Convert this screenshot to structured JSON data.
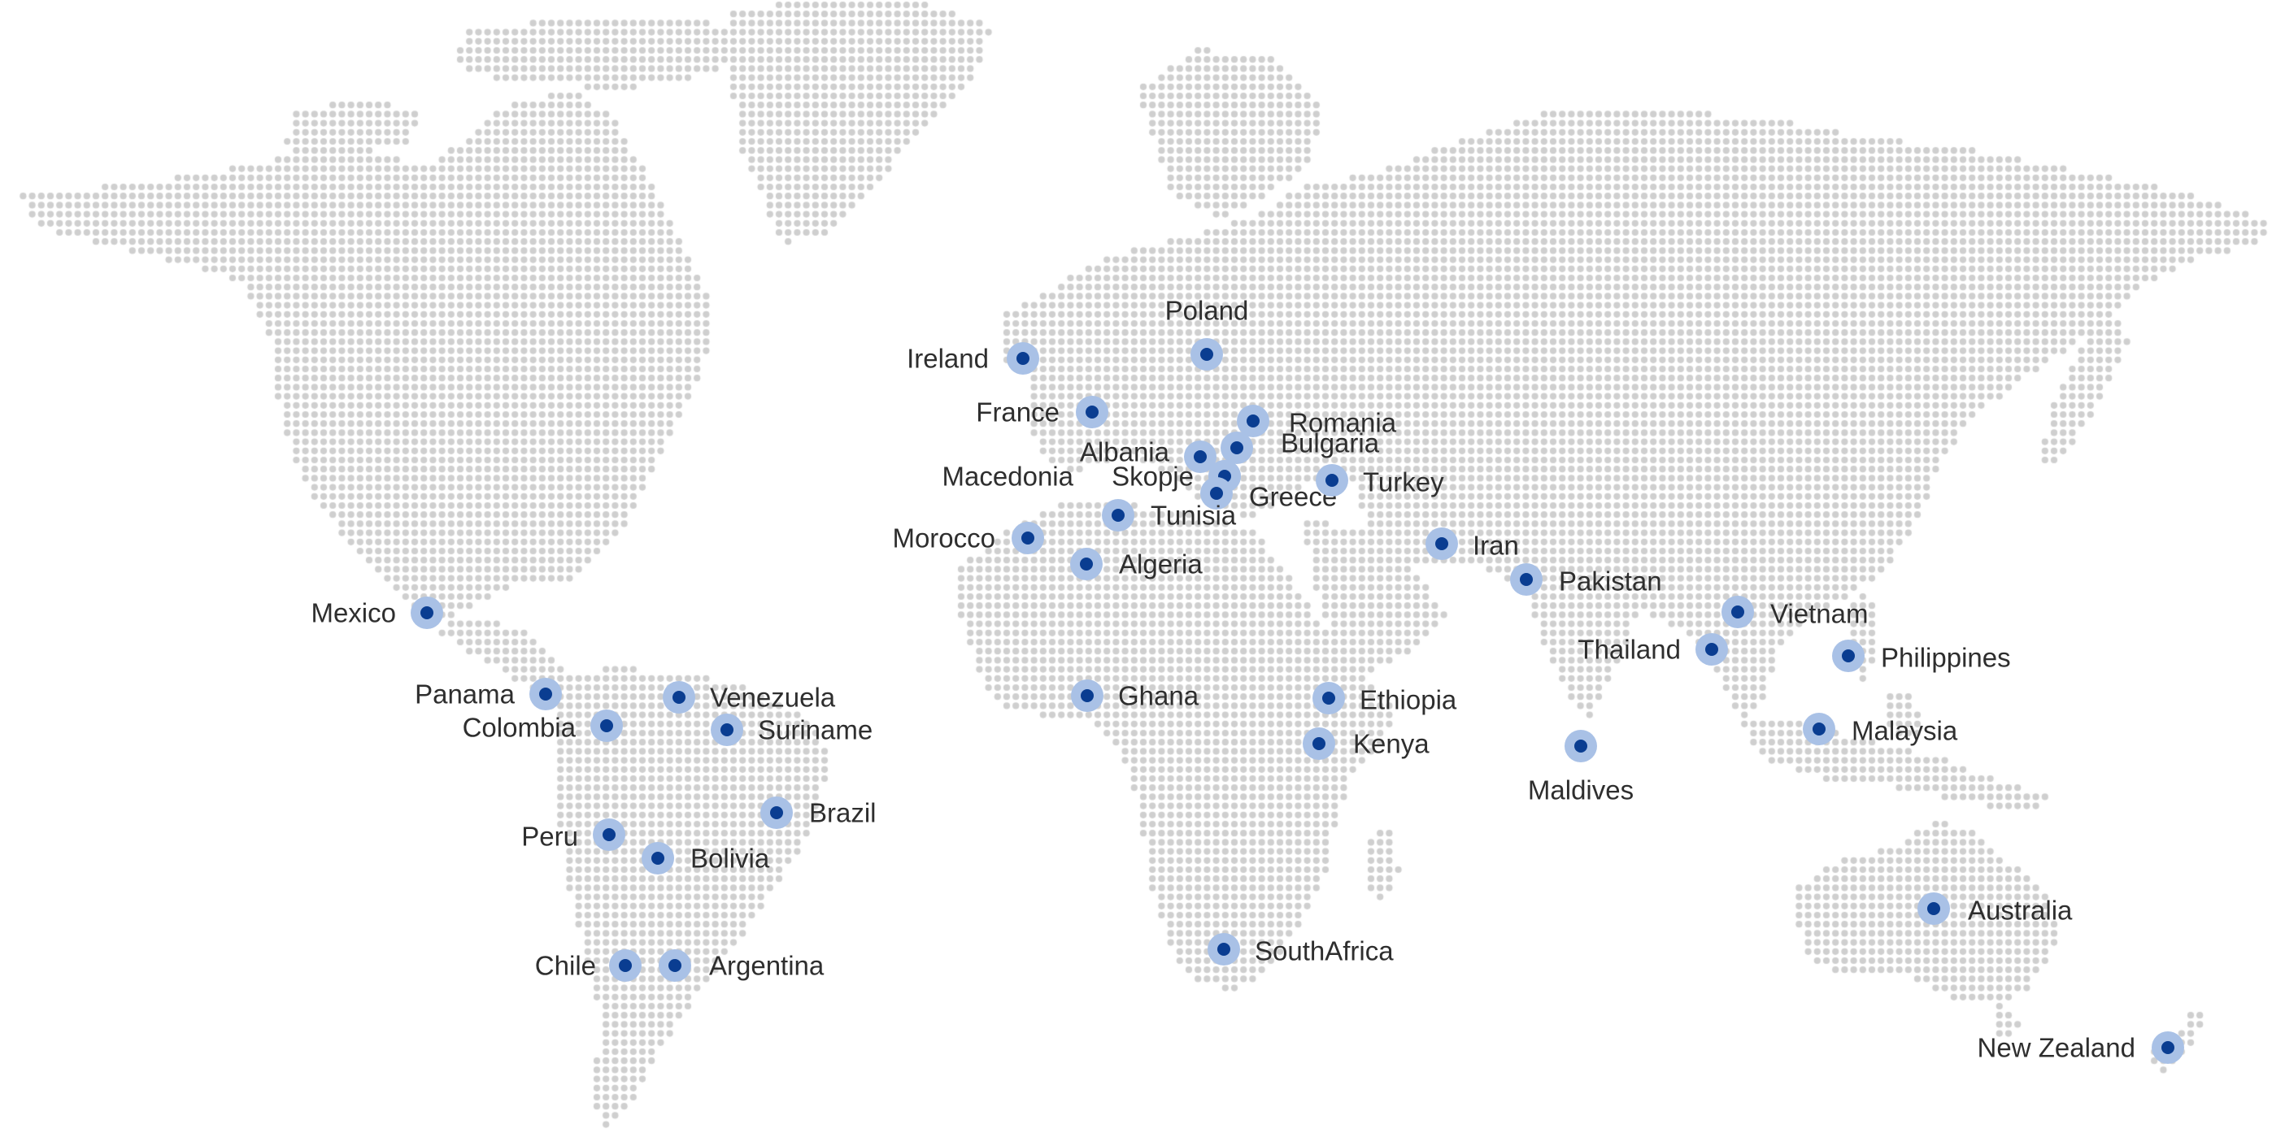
{
  "map": {
    "colors": {
      "land_dot": "#cfcfcf",
      "marker_halo": "#a9c1e6",
      "marker_core": "#0a3d91",
      "label": "#2e2e2e"
    },
    "locations": [
      {
        "name": "Poland"
      },
      {
        "name": "Ireland"
      },
      {
        "name": "France"
      },
      {
        "name": "Romania"
      },
      {
        "name": "Bulgaria"
      },
      {
        "name": "Albania"
      },
      {
        "name": "Macedonia"
      },
      {
        "name": "Skopje"
      },
      {
        "name": "Greece"
      },
      {
        "name": "Turkey"
      },
      {
        "name": "Tunisia"
      },
      {
        "name": "Morocco"
      },
      {
        "name": "Algeria"
      },
      {
        "name": "Iran"
      },
      {
        "name": "Pakistan"
      },
      {
        "name": "Vietnam"
      },
      {
        "name": "Thailand"
      },
      {
        "name": "Philippines"
      },
      {
        "name": "Malaysia"
      },
      {
        "name": "Maldives"
      },
      {
        "name": "Mexico"
      },
      {
        "name": "Panama"
      },
      {
        "name": "Venezuela"
      },
      {
        "name": "Colombia"
      },
      {
        "name": "Suriname"
      },
      {
        "name": "Brazil"
      },
      {
        "name": "Peru"
      },
      {
        "name": "Bolivia"
      },
      {
        "name": "Chile"
      },
      {
        "name": "Argentina"
      },
      {
        "name": "Ghana"
      },
      {
        "name": "Ethiopia"
      },
      {
        "name": "Kenya"
      },
      {
        "name": "SouthAfrica"
      },
      {
        "name": "Australia"
      },
      {
        "name": "New Zealand"
      }
    ]
  }
}
